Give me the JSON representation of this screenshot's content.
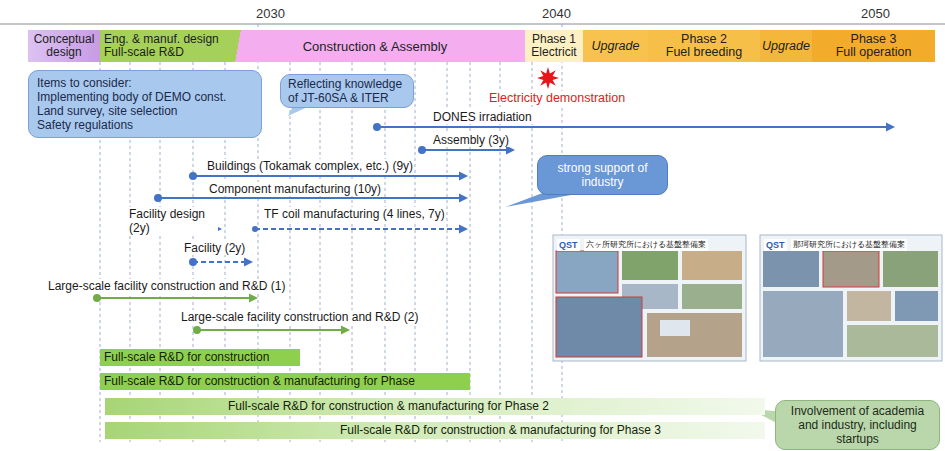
{
  "diagram": {
    "nodes": [
      {
        "text": [
          "Conceptual design"
        ]
      },
      {
        "text": [
          "Eng. & manuf. design",
          "Full-scale R&D"
        ]
      },
      {
        "text": [
          "Construction & Assembly"
        ]
      },
      {
        "text": [
          "Phase 1",
          "Electricit"
        ]
      },
      {
        "text": [
          "Upgrade"
        ]
      },
      {
        "text": [
          "Phase 2",
          "Fuel breeding"
        ]
      },
      {
        "text": [
          "Upgrade"
        ]
      },
      {
        "text": [
          "Phase 3",
          "Full operation"
        ]
      },
      {
        "text": [
          "Items to consider:",
          "Implementing body of DEMO const.",
          "Land survey, site selection",
          "Safety regulations"
        ]
      },
      {
        "text": [
          "Reflecting knowledge of JT-60SA & ITER"
        ]
      },
      {
        "text": [
          "strong support of industry"
        ]
      },
      {
        "text": [
          "QST",
          "六ヶ所研究所における基盤整備案"
        ]
      },
      {
        "text": [
          "QST",
          "那珂研究所における基盤整備案"
        ]
      },
      {
        "text": [
          "Full-scale R&D for construction"
        ]
      },
      {
        "text": [
          "Full-scale R&D for construction & manufacturing for Phase"
        ]
      },
      {
        "text": [
          "Full-scale R&D for construction & manufacturing for Phase 2"
        ]
      },
      {
        "text": [
          "Full-scale R&D for construction & manufacturing for Phase 3"
        ]
      },
      {
        "text": [
          "Involvement of academia and industry, including startups"
        ]
      }
    ],
    "labels": [
      "2030",
      "2040",
      "2050",
      "Electricity demonstration",
      "DONES irradiation",
      "Assembly (3y)",
      "Buildings (Tokamak complex, etc.) (9y)",
      "Component manufacturing (10y)",
      "Facility design (2y)",
      "TF coil manufacturing (4 lines, 7y)",
      "Facility (2y)",
      "Large-scale facility construction and R&D (1)",
      "Large-scale facility construction and R&D (2)"
    ]
  }
}
